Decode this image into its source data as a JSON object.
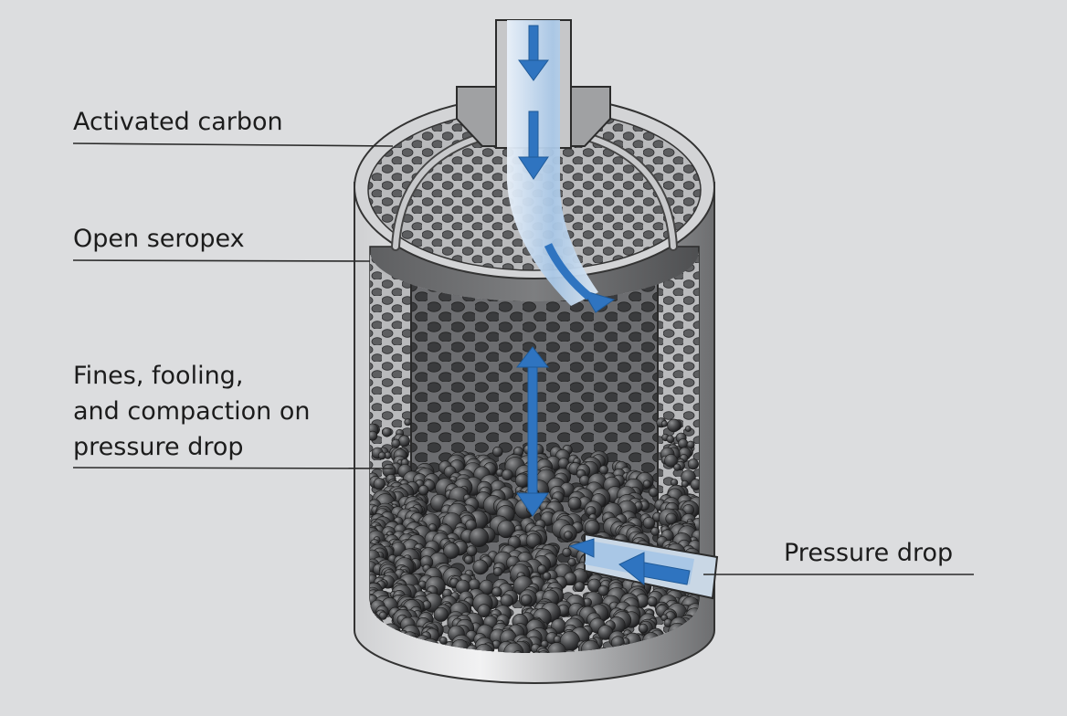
{
  "labels": {
    "activated_carbon": "Activated carbon",
    "open_seropex": "Open seropex",
    "fines_line1": "Fines, fooling,",
    "fines_line2": "and compaction on",
    "fines_line3": "pressure drop",
    "pressure_drop": "Pressure drop"
  },
  "colors": {
    "background": "#dcdddf",
    "flow_arrow": "#2f74c0",
    "flow_stream": "#a9c7e6",
    "vessel_shell": "#9a9b9d",
    "media_dark": "#3c3c3e"
  },
  "icons": {
    "inflow": "arrow-down-icon",
    "bed_height": "double-arrow-vertical-icon",
    "outflow": "arrow-left-icon"
  }
}
